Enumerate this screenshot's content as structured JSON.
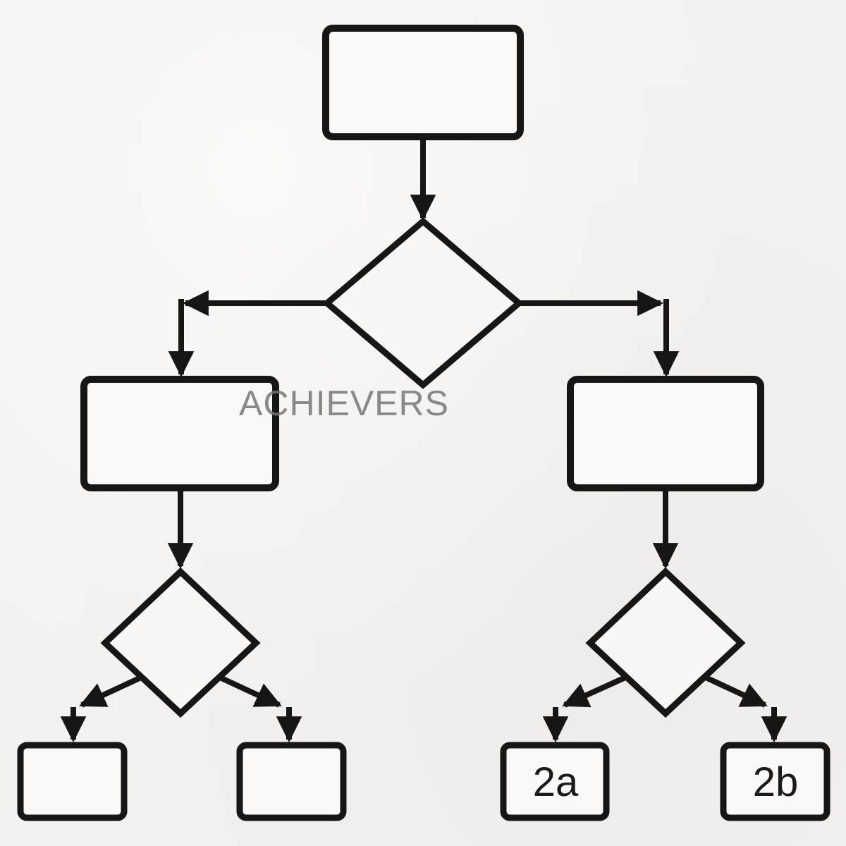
{
  "meta": {
    "type": "flowchart",
    "watermark": "ACHIEVERS"
  },
  "nodes": {
    "start": {
      "shape": "rectangle",
      "label": ""
    },
    "main_decision": {
      "shape": "diamond",
      "label": ""
    },
    "left_process": {
      "shape": "rectangle",
      "label": ""
    },
    "right_process": {
      "shape": "rectangle",
      "label": ""
    },
    "left_decision": {
      "shape": "diamond",
      "label": ""
    },
    "right_decision": {
      "shape": "diamond",
      "label": ""
    },
    "leaf_left_a": {
      "shape": "rectangle",
      "label": ""
    },
    "leaf_left_b": {
      "shape": "rectangle",
      "label": ""
    },
    "leaf_right_a": {
      "shape": "rectangle",
      "label": "2a"
    },
    "leaf_right_b": {
      "shape": "rectangle",
      "label": "2b"
    }
  },
  "colors": {
    "background": "#f4f2f0",
    "stroke": "#161616",
    "node_fill": "#faf9f7",
    "watermark_gray": "#767676",
    "label_color": "#1a1a1a"
  }
}
